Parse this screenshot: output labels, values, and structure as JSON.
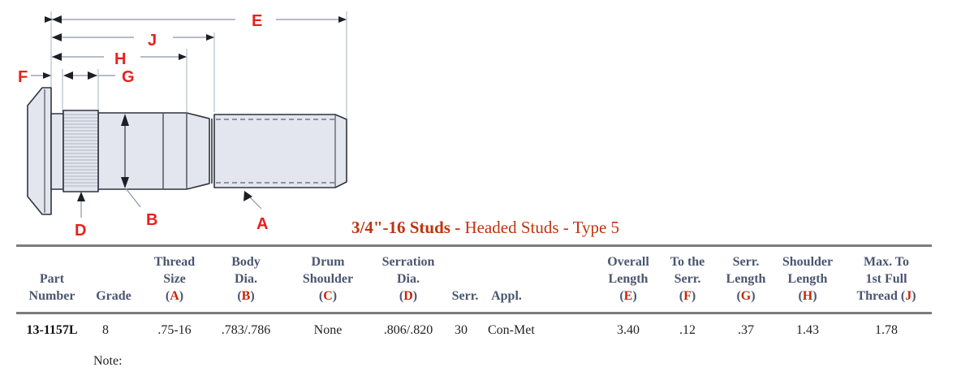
{
  "diagram": {
    "labels": {
      "E": "E",
      "J": "J",
      "H": "H",
      "G": "G",
      "F": "F",
      "D": "D",
      "B": "B",
      "A": "A"
    },
    "colors": {
      "label": "#e8201e",
      "stud_fill": "#e3e6ee",
      "stud_outline": "#2f3440",
      "dimension_line": "#8a93a6"
    }
  },
  "title": {
    "bold": "3/4\"-16 Studs -",
    "rest": " Headed Studs - Type 5",
    "color": "#c0340e"
  },
  "table": {
    "headers": [
      {
        "lines": [
          "Part",
          "Number"
        ],
        "key": ""
      },
      {
        "lines": [
          "Grade"
        ],
        "key": ""
      },
      {
        "lines": [
          "Thread",
          "Size"
        ],
        "key": "A"
      },
      {
        "lines": [
          "Body",
          "Dia."
        ],
        "key": "B"
      },
      {
        "lines": [
          "Drum",
          "Shoulder"
        ],
        "key": "C"
      },
      {
        "lines": [
          "Serration",
          "Dia."
        ],
        "key": "D"
      },
      {
        "lines": [
          "Serr."
        ],
        "key": ""
      },
      {
        "lines": [
          "Appl."
        ],
        "key": ""
      },
      {
        "lines": [
          "Overall",
          "Length"
        ],
        "key": "E"
      },
      {
        "lines": [
          "To the",
          "Serr."
        ],
        "key": "F"
      },
      {
        "lines": [
          "Serr.",
          "Length"
        ],
        "key": "G"
      },
      {
        "lines": [
          "Shoulder",
          "Length"
        ],
        "key": "H"
      },
      {
        "lines": [
          "Max. To",
          "1st Full"
        ],
        "last_prefix": "Thread",
        "key": "J"
      }
    ],
    "rows": [
      {
        "part_number": "13-1157L",
        "grade": "8",
        "thread_size": ".75-16",
        "body_dia": ".783/.786",
        "drum_shoulder": "None",
        "serration_dia": ".806/.820",
        "serr": "30",
        "appl": "Con-Met",
        "overall_length": "3.40",
        "to_the_serr": ".12",
        "serr_length": ".37",
        "shoulder_length": "1.43",
        "max_to_first_full_thread": "1.78"
      }
    ],
    "note_label": "Note:"
  }
}
